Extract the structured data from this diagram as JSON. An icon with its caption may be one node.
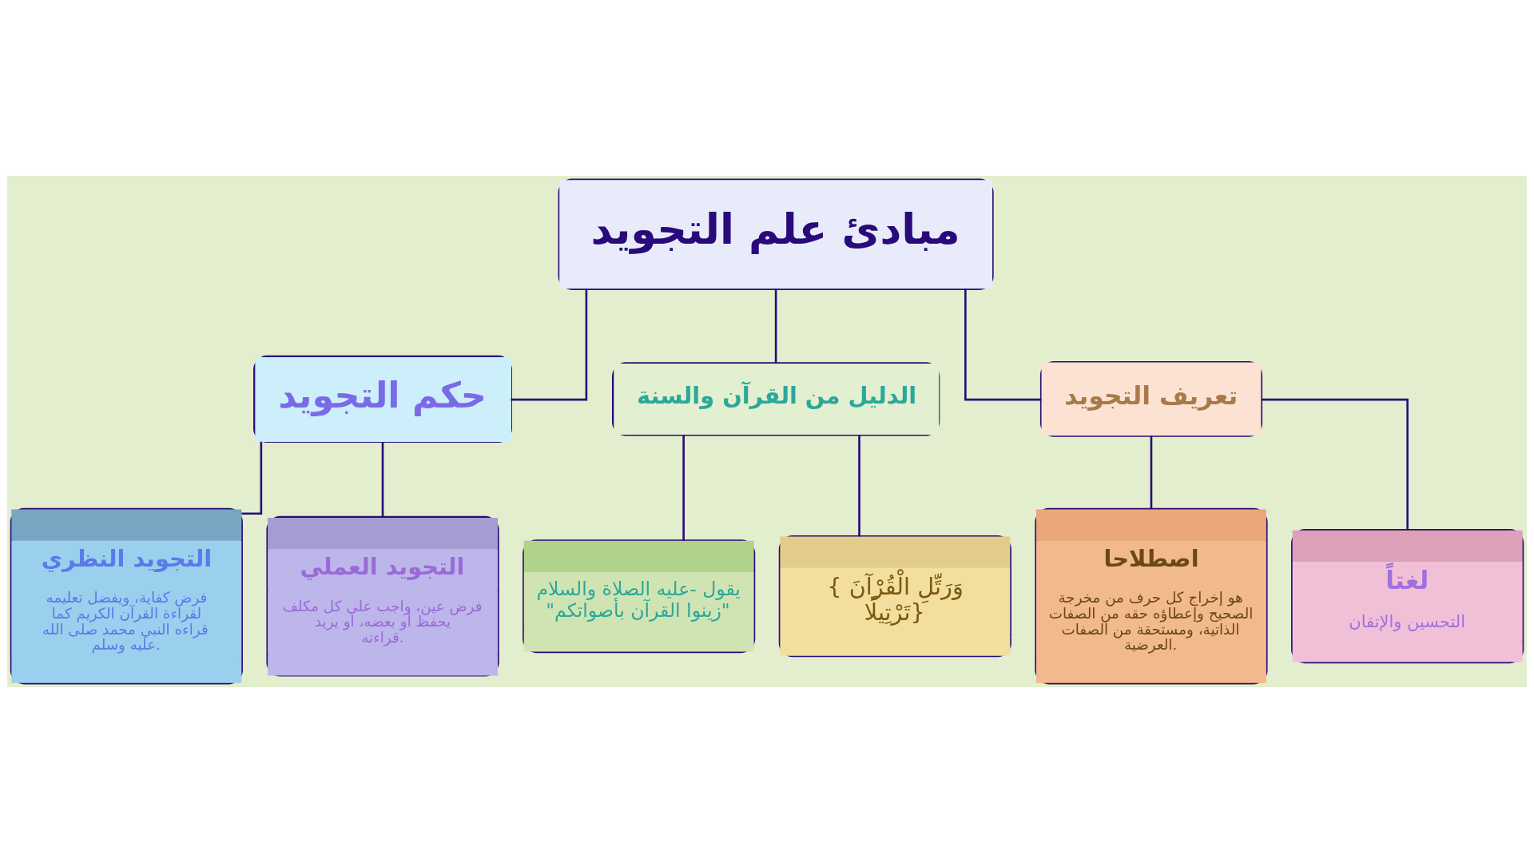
{
  "diagram": {
    "nodes": [
      {
        "text": [
          "مبادئ علم التجويد"
        ]
      },
      {
        "text": [
          "تعريف التجويد"
        ]
      },
      {
        "text": [
          "الدليل من القرآن والسنة"
        ]
      },
      {
        "text": [
          "حكم التجويد"
        ]
      },
      {
        "text": [
          "لغتاً",
          "التحسين والإتقان"
        ]
      },
      {
        "text": [
          "اصطلاحا",
          "هو إخراج كل حرف من مخرجة الصحيح وإعطاؤه حقه من الصفات الذاتية، ومستحقة من الصفات العرضية."
        ]
      },
      {
        "text": [
          "{ وَرَتِّلِ الْقُرْآنَ تَرْتِيلًا}"
        ]
      },
      {
        "text": [
          "يقول -عليه الصلاة والسلام \"زينوا القرآن بأصواتكم\""
        ]
      },
      {
        "text": [
          "التجويد العملي",
          "فرض عين، واجب على كل مكلف يحفظ أو بعضه، أو يريد قراءته."
        ]
      },
      {
        "text": [
          "التجويد النظري",
          "فرض كفاية، ويفضل تعليمه لقراءة القرآن الكريم كما قراءه النبي محمد صلى الله عليه وسلم."
        ]
      }
    ],
    "edges": [
      {
        "from": 0,
        "to": 1,
        "arrow": "none"
      },
      {
        "from": 0,
        "to": 2,
        "arrow": "none"
      },
      {
        "from": 0,
        "to": 3,
        "arrow": "none"
      },
      {
        "from": 1,
        "to": 4,
        "arrow": "none"
      },
      {
        "from": 1,
        "to": 5,
        "arrow": "none"
      },
      {
        "from": 2,
        "to": 6,
        "arrow": "none"
      },
      {
        "from": 2,
        "to": 7,
        "arrow": "none"
      },
      {
        "from": 3,
        "to": 8,
        "arrow": "none"
      },
      {
        "from": 3,
        "to": 9,
        "arrow": "none"
      }
    ]
  }
}
